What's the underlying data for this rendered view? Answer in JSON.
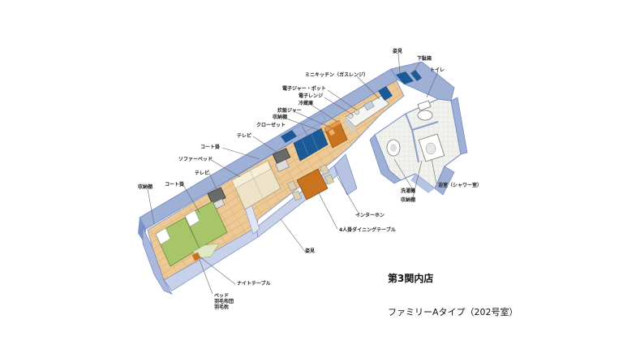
{
  "store_name": "第3関内店",
  "plan_type": "ファミリーAタイプ（202号室）",
  "labels": {
    "window_top": "姿見",
    "shoe_box": "下駄箱",
    "toilet": "トイレ",
    "mini_kitchen": "ミニキッチン（ガスレンジ）",
    "kettle": "電子ジャー・ポット",
    "microwave": "電子レンジ",
    "fridge": "冷蔵庫",
    "rice_cooker": "炊飯ジャー",
    "storage_shelf_1": "収納棚",
    "closet": "クローゼット",
    "tv_1": "テレビ",
    "coat_rack_1": "コート掛",
    "sofa_bed": "ソファーベッド",
    "tv_2": "テレビ",
    "coat_rack_2": "コート掛",
    "storage_shelf_2": "収納棚",
    "washer": "洗濯機",
    "storage_shelf_3": "収納棚",
    "bathroom": "浴室（シャワー室）",
    "intercom": "インターホン",
    "dining_table": "4人掛ダイニングテーブル",
    "mirror": "姿見",
    "night_table": "ナイトテーブル",
    "bed_set": "ベッド\n羽毛布団\n羽毛枕"
  },
  "colors": {
    "wall": "#9fb0d6",
    "wall_dark": "#6f86bf",
    "floor": "#e9c48f",
    "floor_dark": "#d8a86a",
    "bed": "#a7c66a",
    "window": "#1c5a97",
    "wood": "#c9731f",
    "sofa": "#ece3c8",
    "wet_floor": "#f0f0ec"
  }
}
